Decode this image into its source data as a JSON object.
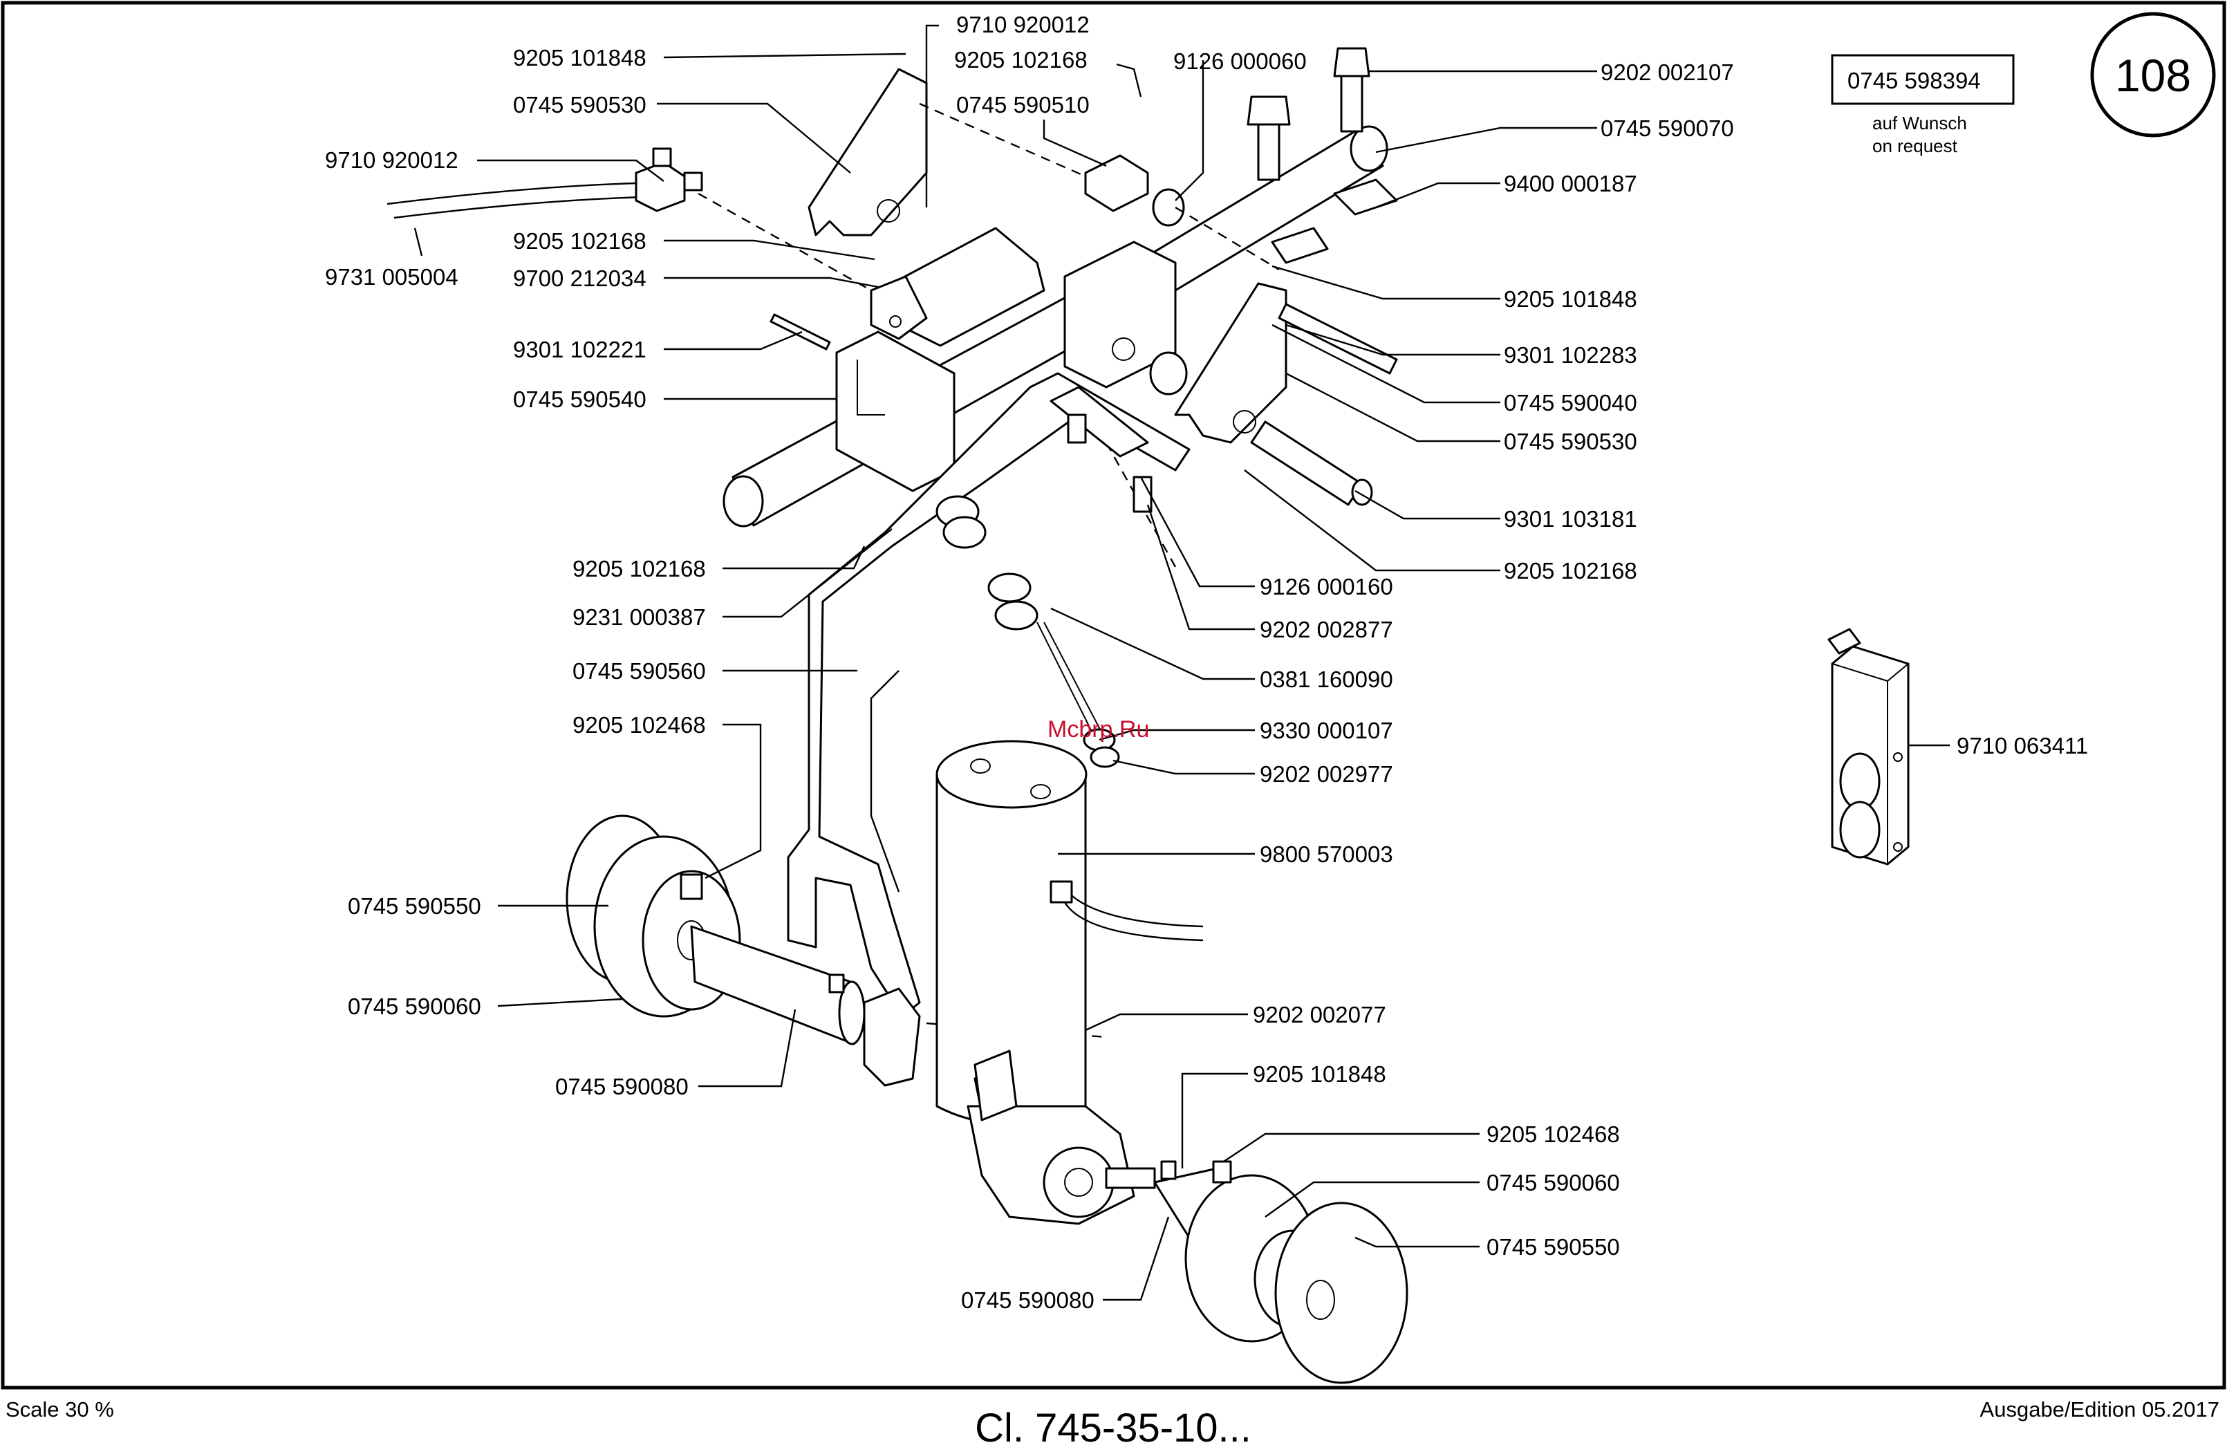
{
  "page_number": "108",
  "optional_part": {
    "number": "0745 598394",
    "note_de": "auf Wunsch",
    "note_en": "on request"
  },
  "watermark": "Mcbrp.Ru",
  "footer": {
    "scale": "Scale 30 %",
    "title": "Cl. 745-35-10...",
    "edition": "Ausgabe/Edition 05.2017"
  },
  "callouts": [
    "9205 101848",
    "0745 590530",
    "9710 920012",
    "9731 005004",
    "9205 102168",
    "9700 212034",
    "9301 102221",
    "0745 590540",
    "9710 920012",
    "9205 102168",
    "0745 590510",
    "9126 000060",
    "9202 002107",
    "0745 590070",
    "9400 000187",
    "9205 101848",
    "9301 102283",
    "0745 590040",
    "0745 590530",
    "9301 103181",
    "9205 102168",
    "9205 102168",
    "9231 000387",
    "0745 590560",
    "9126 000160",
    "9202 002877",
    "0381 160090",
    "9330 000107",
    "9202 002977",
    "9205 102468",
    "9800 570003",
    "0745 590550",
    "0745 590060",
    "9202 002077",
    "0745 590080",
    "9205 101848",
    "9205 102468",
    "0745 590060",
    "0745 590550",
    "0745 590080",
    "9710 063411"
  ]
}
